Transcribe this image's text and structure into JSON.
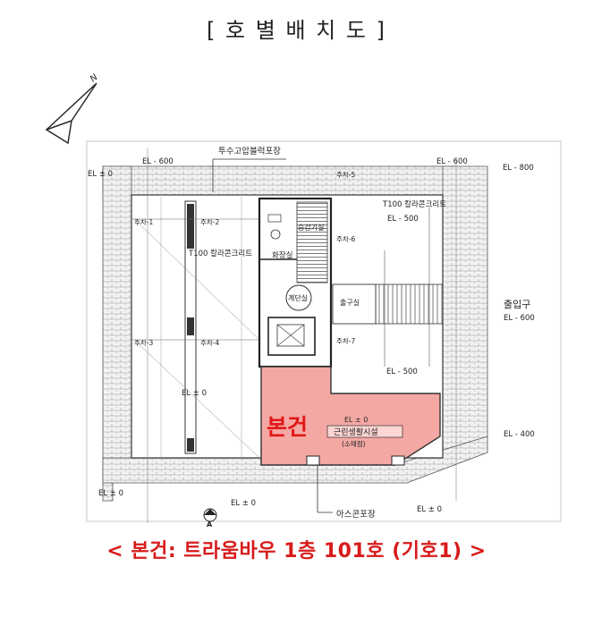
{
  "title": "[ 호 별 배 치 도 ]",
  "caption": "< 본건: 트라움바우 1층 101호 (기호1) >",
  "compass": {
    "north": "N"
  },
  "colors": {
    "highlight_fill": "#f4a8a4",
    "highlight_text": "#e01818",
    "caption": "#d81b1b"
  },
  "labels": {
    "pavement": "투수고압블럭포장",
    "el_600_left": "EL - 600",
    "el_600_right": "EL - 600",
    "el_800": "EL - 800",
    "el_0_topleft": "EL ± 0",
    "t100_top": "T100 칼라콘크리트",
    "el_500_top": "EL - 500",
    "t100_left": "T100 칼라콘크리트",
    "restroom": "화장실",
    "parking_1": "주차-1",
    "parking_2": "주차-2",
    "parking_3": "주차-3",
    "parking_4": "주차-4",
    "parking_5": "주차-5",
    "parking_6": "주차-6",
    "parking_7": "주차-7",
    "elevator_hall": "승강기실",
    "stair": "계단실",
    "exit": "출구실",
    "entrance": "출입구",
    "el_600_entrance": "EL - 600",
    "el_0_center": "EL ± 0",
    "el_500_mid": "EL - 500",
    "el_400": "EL - 400",
    "subject_main": "본건",
    "subject_el": "EL ± 0",
    "facility": "근린생활시설",
    "facility_sub": "(소매점)",
    "el_0_bottomleft": "EL ± 0",
    "el_0_bottom": "EL ± 0",
    "el_0_bottomright": "EL ± 0",
    "asphalt": "아스콘포장",
    "marker_a": "A"
  }
}
